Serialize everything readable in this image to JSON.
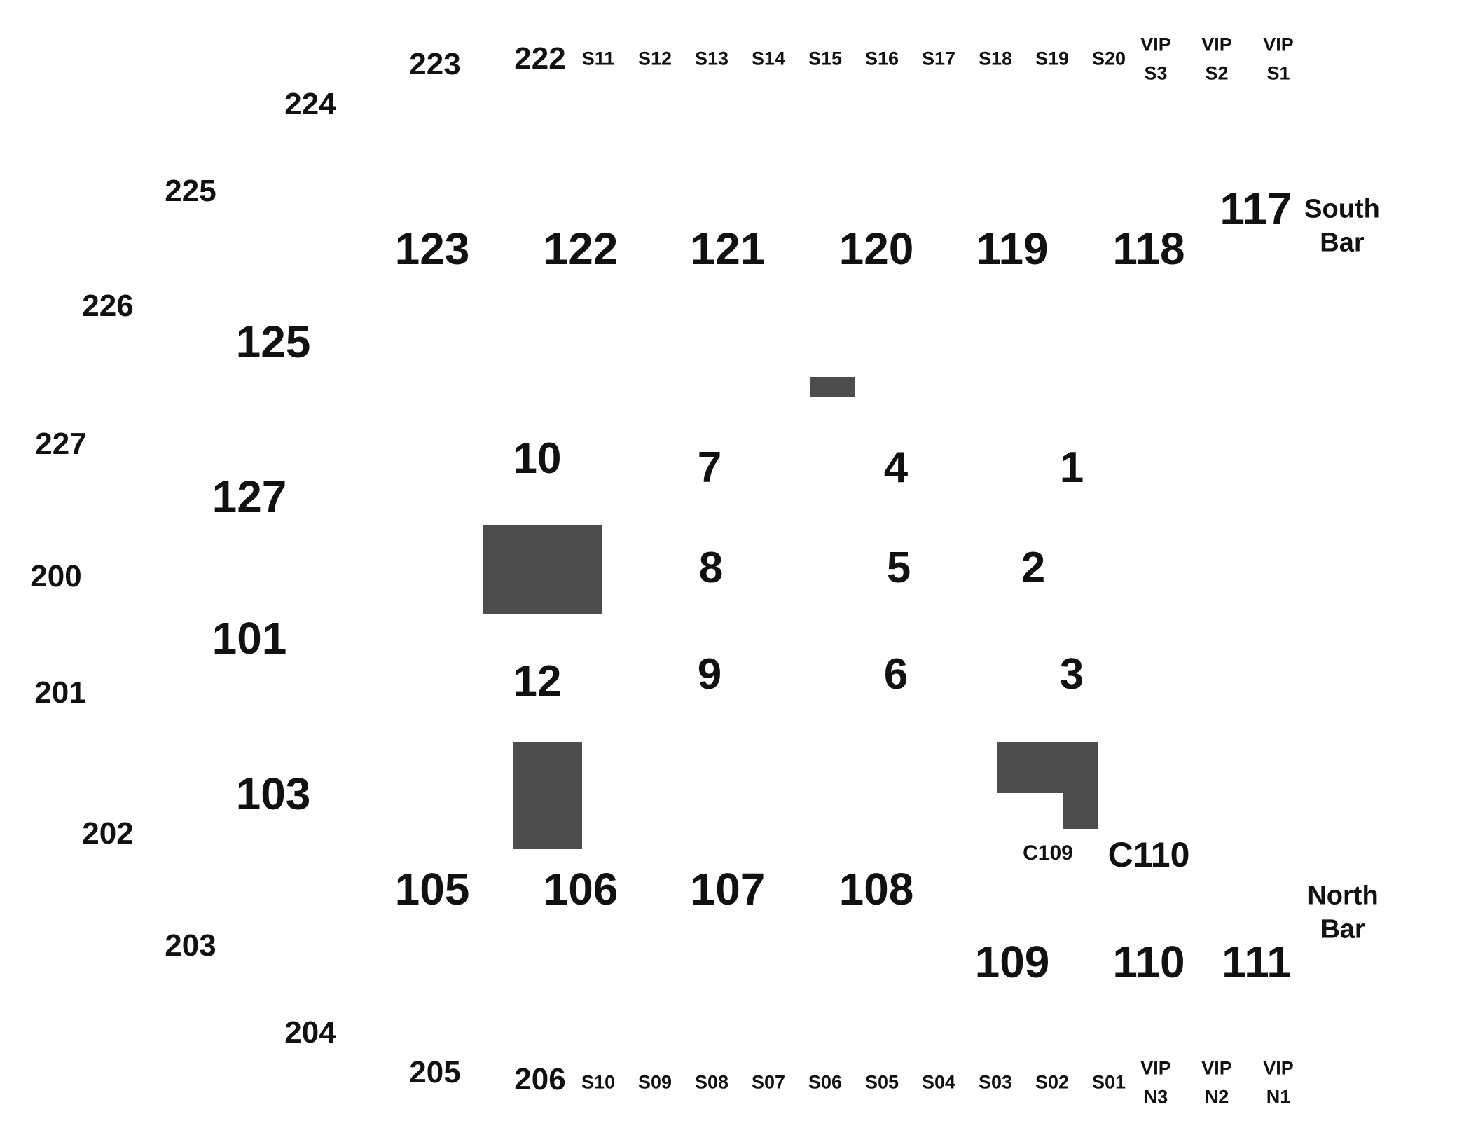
{
  "colors": {
    "background": "#ffffff",
    "text": "#111111",
    "blocked": "#4d4d4d"
  },
  "upper_sections": [
    "223",
    "222",
    "224",
    "225",
    "226",
    "227",
    "200",
    "201",
    "202",
    "203",
    "204",
    "205",
    "206"
  ],
  "suites_top": [
    "S11",
    "S12",
    "S13",
    "S14",
    "S15",
    "S16",
    "S17",
    "S18",
    "S19",
    "S20"
  ],
  "suites_bottom": [
    "S10",
    "S09",
    "S08",
    "S07",
    "S06",
    "S05",
    "S04",
    "S03",
    "S02",
    "S01"
  ],
  "vip_top": [
    {
      "line1": "VIP",
      "line2": "S3"
    },
    {
      "line1": "VIP",
      "line2": "S2"
    },
    {
      "line1": "VIP",
      "line2": "S1"
    }
  ],
  "vip_bottom": [
    {
      "line1": "VIP",
      "line2": "N3"
    },
    {
      "line1": "VIP",
      "line2": "N2"
    },
    {
      "line1": "VIP",
      "line2": "N1"
    }
  ],
  "lower_top": [
    "123",
    "122",
    "121",
    "120",
    "119",
    "118",
    "117"
  ],
  "lower_left": [
    "125",
    "127",
    "101",
    "103"
  ],
  "lower_bottom": [
    "105",
    "106",
    "107",
    "108",
    "109",
    "110",
    "111"
  ],
  "floor_sections": [
    "10",
    "7",
    "4",
    "1",
    "8",
    "5",
    "2",
    "12",
    "9",
    "6",
    "3"
  ],
  "club": {
    "c109": "C109",
    "c110": "C110"
  },
  "bars": {
    "south": {
      "line1": "South",
      "line2": "Bar"
    },
    "north": {
      "line1": "North",
      "line2": "Bar"
    }
  }
}
